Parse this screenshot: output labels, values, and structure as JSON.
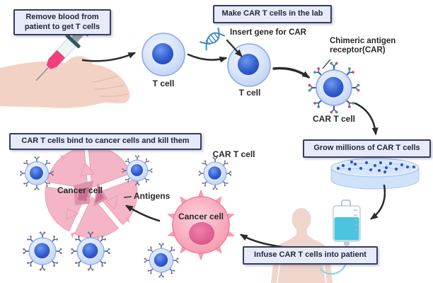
{
  "title": "CAR T cell therapy diagram",
  "steps": {
    "step1": "Remove blood from patient to get T cells",
    "step2": "Make CAR T cells in the lab",
    "step3": "Grow millions of CAR T cells",
    "step4": "Infuse CAR T cells into patient",
    "step5": "CAR T cells bind to cancer cells and kill them"
  },
  "annotations": {
    "t_cell": "T cell",
    "insert_gene": "Insert gene for CAR",
    "car_receptor": "Chimeric antigen receptor(CAR)",
    "car_t_cell": "CAR T cell",
    "cancer_cell": "Cancer cell",
    "antigens": "Antigens"
  },
  "icons": {
    "syringe-icon": "pink blood-draw syringe",
    "arm-graphic": "patient forearm and hand",
    "dna-icon": "blue double helix gene",
    "t-cell-graphic": "blue cell with dark nucleus",
    "car-t-cell-graphic": "blue cell with CAR receptors",
    "petri-dish-icon": "culture dish with many cells",
    "iv-bag-icon": "infusion bag with tube",
    "patient-silhouette": "standing patient figure",
    "cancer-cell-graphic": "pink spiked cancer cell",
    "shattered-cancer-cell-graphic": "destroyed cancer cell fragments",
    "arrow": "black curved process arrow"
  },
  "colors": {
    "box_bg": "#e7eaf8",
    "box_border": "#333d5e",
    "box_text": "#20283f",
    "arrow": "#2b2b2b",
    "t_cell_blue": "#3560d2",
    "cell_body_blue": "#d9e5f9",
    "cancer_pink": "#f7aabd",
    "cancer_nucleus": "#da4d82",
    "receptor_green": "#3da273",
    "receptor_red": "#cf5064",
    "dna_blue": "#3f87cc",
    "syringe_pink": "#ee3f7e",
    "skin": "#f3d2c6",
    "iv_liquid_cyan": "#4cc3e0",
    "dish_blue": "#d7e6fb"
  }
}
